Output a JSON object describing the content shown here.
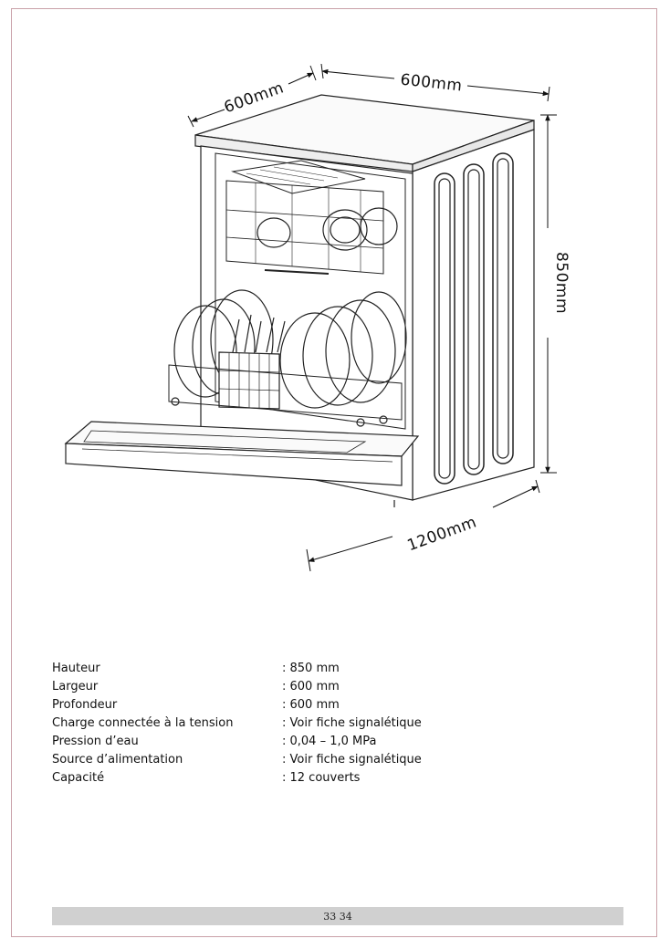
{
  "dimensions": {
    "depth_label": "600mm",
    "width_label": "600mm",
    "height_label": "850mm",
    "door_open_label": "1200mm"
  },
  "specs": [
    {
      "label": "Hauteur",
      "value": ": 850 mm"
    },
    {
      "label": "Largeur",
      "value": ": 600 mm"
    },
    {
      "label": "Profondeur",
      "value": ": 600 mm"
    },
    {
      "label": "Charge connectée à la tension",
      "value": ": Voir fiche signalétique"
    },
    {
      "label": "Pression d’eau",
      "value": ": 0,04 – 1,0 MPa"
    },
    {
      "label": "Source d’alimentation",
      "value": ": Voir fiche signalétique"
    },
    {
      "label": "Capacité",
      "value": ": 12 couverts"
    }
  ],
  "footer": {
    "page_numbers": "33 34"
  }
}
